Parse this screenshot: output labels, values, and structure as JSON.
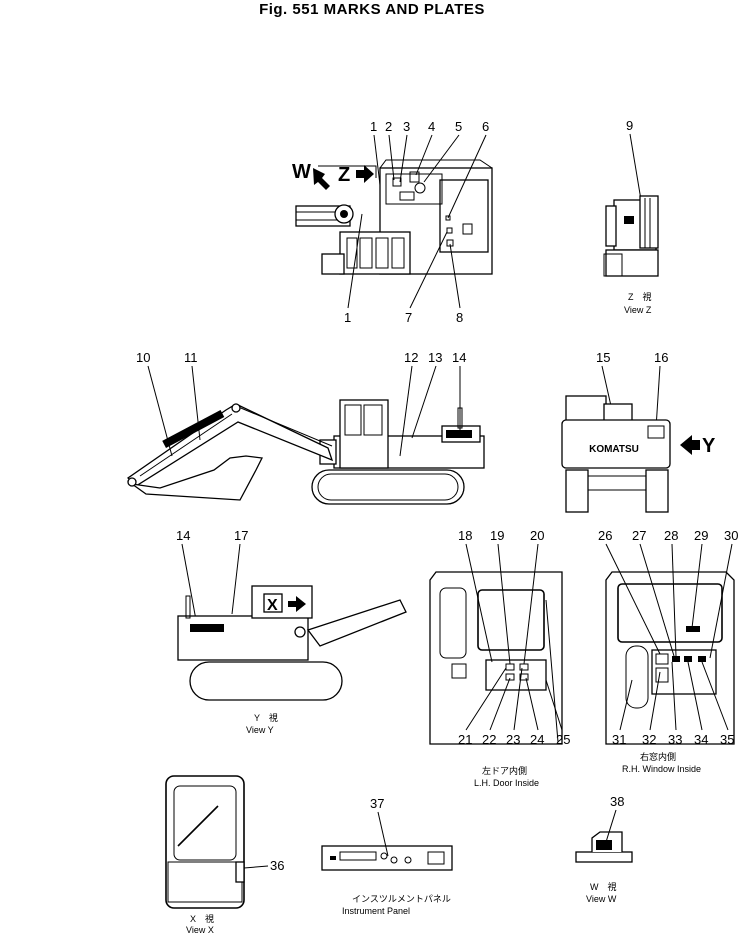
{
  "title": "Fig. 551   MARKS AND PLATES",
  "views": {
    "top_w": "W",
    "top_z": "Z",
    "view_z_jp": "Z　視",
    "view_z": "View Z",
    "side_y": "Y",
    "view_y_jp": "Y　視",
    "view_y": "View Y",
    "cab_x": "X",
    "lh_door_jp": "左ドア内側",
    "lh_door": "L.H. Door Inside",
    "rh_window_jp": "右窓内側",
    "rh_window": "R.H. Window Inside",
    "view_x_jp": "X　視",
    "view_x": "View X",
    "panel_jp": "インスツルメントパネル",
    "panel": "Instrument Panel",
    "view_w_jp": "W　視",
    "view_w": "View W"
  },
  "brand": "KOMATSU",
  "callouts": {
    "c1a": "1",
    "c2": "2",
    "c3": "3",
    "c4": "4",
    "c5": "5",
    "c6": "6",
    "c1b": "1",
    "c7": "7",
    "c8": "8",
    "c9": "9",
    "c10": "10",
    "c11": "11",
    "c12": "12",
    "c13": "13",
    "c14a": "14",
    "c15": "15",
    "c16": "16",
    "c14b": "14",
    "c17": "17",
    "c18": "18",
    "c19": "19",
    "c20": "20",
    "c21": "21",
    "c22": "22",
    "c23": "23",
    "c24": "24",
    "c25": "25",
    "c26": "26",
    "c27": "27",
    "c28": "28",
    "c29": "29",
    "c30": "30",
    "c31": "31",
    "c32": "32",
    "c33": "33",
    "c34": "34",
    "c35": "35",
    "c36": "36",
    "c37": "37",
    "c38": "38"
  }
}
